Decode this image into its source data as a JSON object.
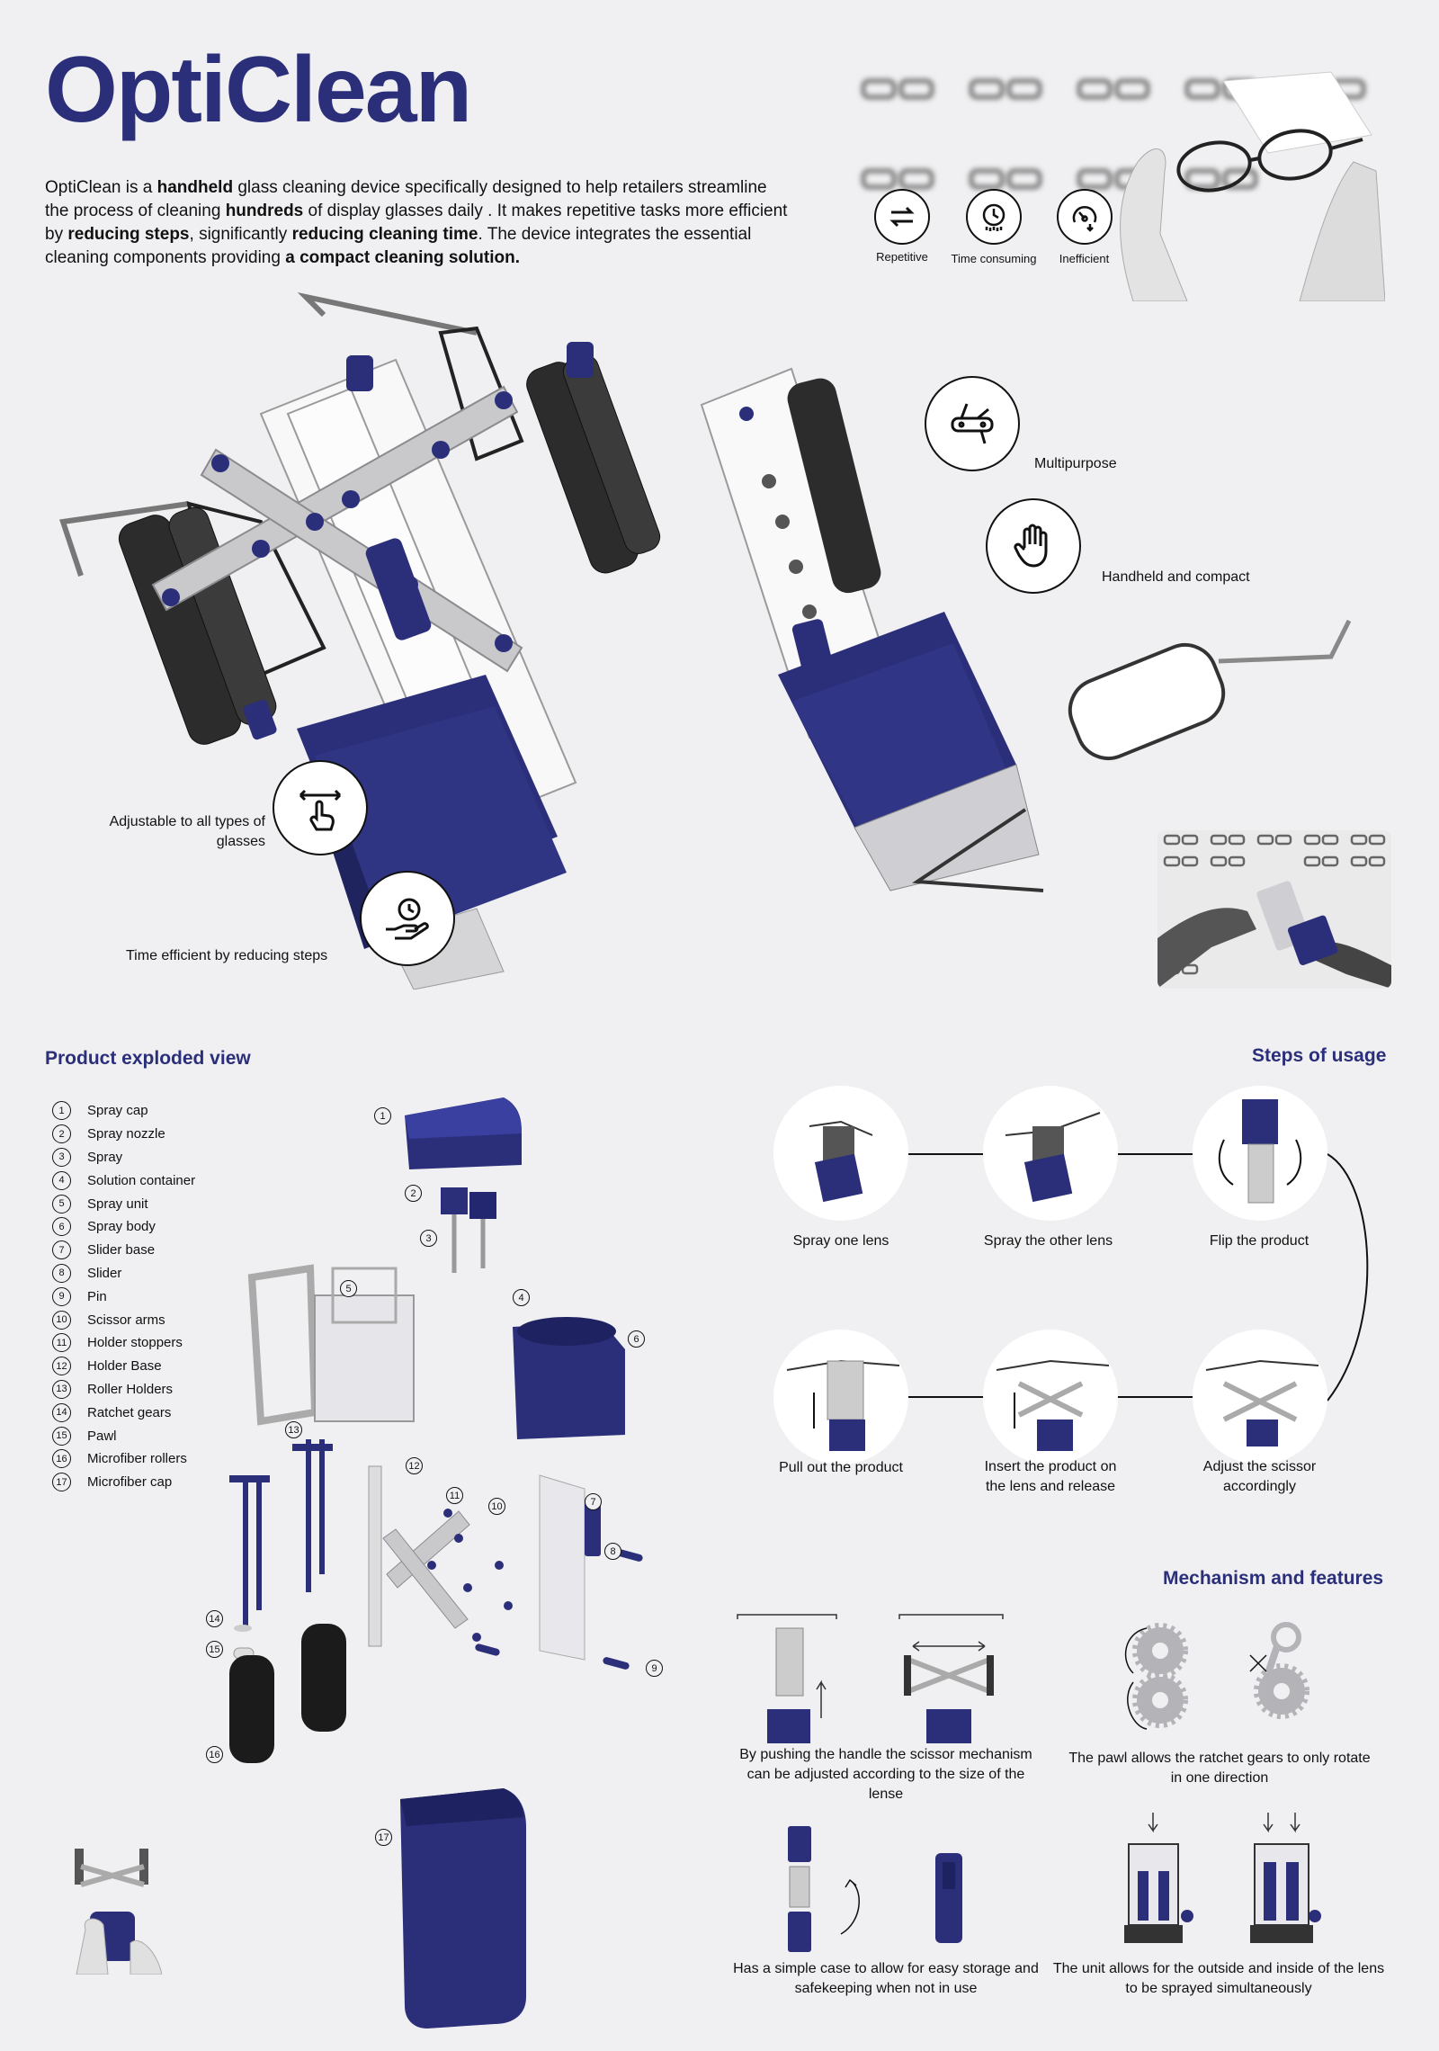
{
  "header": {
    "title": "OptiClean",
    "intro": {
      "p1": "OptiClean is a ",
      "b1": "handheld",
      "p2": " glass cleaning device specifically designed to help retailers streamline the process of cleaning ",
      "b2": "hundreds",
      "p3": " of display glasses daily . It makes repetitive tasks more efficient by ",
      "b3": "reducing steps",
      "p4": ", significantly ",
      "b4": "reducing cleaning time",
      "p5": ". The device integrates the essential cleaning components providing ",
      "b5": "a compact cleaning solution."
    }
  },
  "problems": [
    {
      "label": "Repetitive",
      "icon": "repeat-icon"
    },
    {
      "label": "Time consuming",
      "icon": "clock-icon"
    },
    {
      "label": "Inefficient",
      "icon": "gauge-icon"
    }
  ],
  "features": {
    "multipurpose": "Multipurpose",
    "handheld": "Handheld and compact",
    "adjustable": "Adjustable to all types of glasses",
    "time_efficient": "Time efficient by reducing steps"
  },
  "exploded": {
    "heading": "Product exploded view",
    "parts": [
      {
        "n": "1",
        "label": "Spray cap"
      },
      {
        "n": "2",
        "label": "Spray nozzle"
      },
      {
        "n": "3",
        "label": "Spray"
      },
      {
        "n": "4",
        "label": "Solution container"
      },
      {
        "n": "5",
        "label": "Spray unit"
      },
      {
        "n": "6",
        "label": "Spray body"
      },
      {
        "n": "7",
        "label": "Slider base"
      },
      {
        "n": "8",
        "label": "Slider"
      },
      {
        "n": "9",
        "label": "Pin"
      },
      {
        "n": "10",
        "label": "Scissor arms"
      },
      {
        "n": "11",
        "label": "Holder stoppers"
      },
      {
        "n": "12",
        "label": "Holder Base"
      },
      {
        "n": "13",
        "label": "Roller Holders"
      },
      {
        "n": "14",
        "label": "Ratchet gears"
      },
      {
        "n": "15",
        "label": "Pawl"
      },
      {
        "n": "16",
        "label": "Microfiber rollers"
      },
      {
        "n": "17",
        "label": "Microfiber cap"
      }
    ]
  },
  "steps": {
    "heading": "Steps of usage",
    "items": [
      "Spray one lens",
      "Spray the other lens",
      "Flip the product",
      "Pull out the product",
      "Insert the product on the lens and release",
      "Adjust the scissor accordingly"
    ]
  },
  "mechanism": {
    "heading": "Mechanism and features",
    "scissor": "By pushing the handle the scissor mechanism can be adjusted according to the size of the lense",
    "pawl": "The pawl allows the ratchet gears to only rotate in one direction",
    "case": "Has a simple case to allow for easy storage and safekeeping when not in use",
    "spray": "The unit allows for the outside and inside of the  lens to be sprayed simultaneously"
  },
  "colors": {
    "accent": "#2b2f7a",
    "background": "#f0f0f2"
  }
}
